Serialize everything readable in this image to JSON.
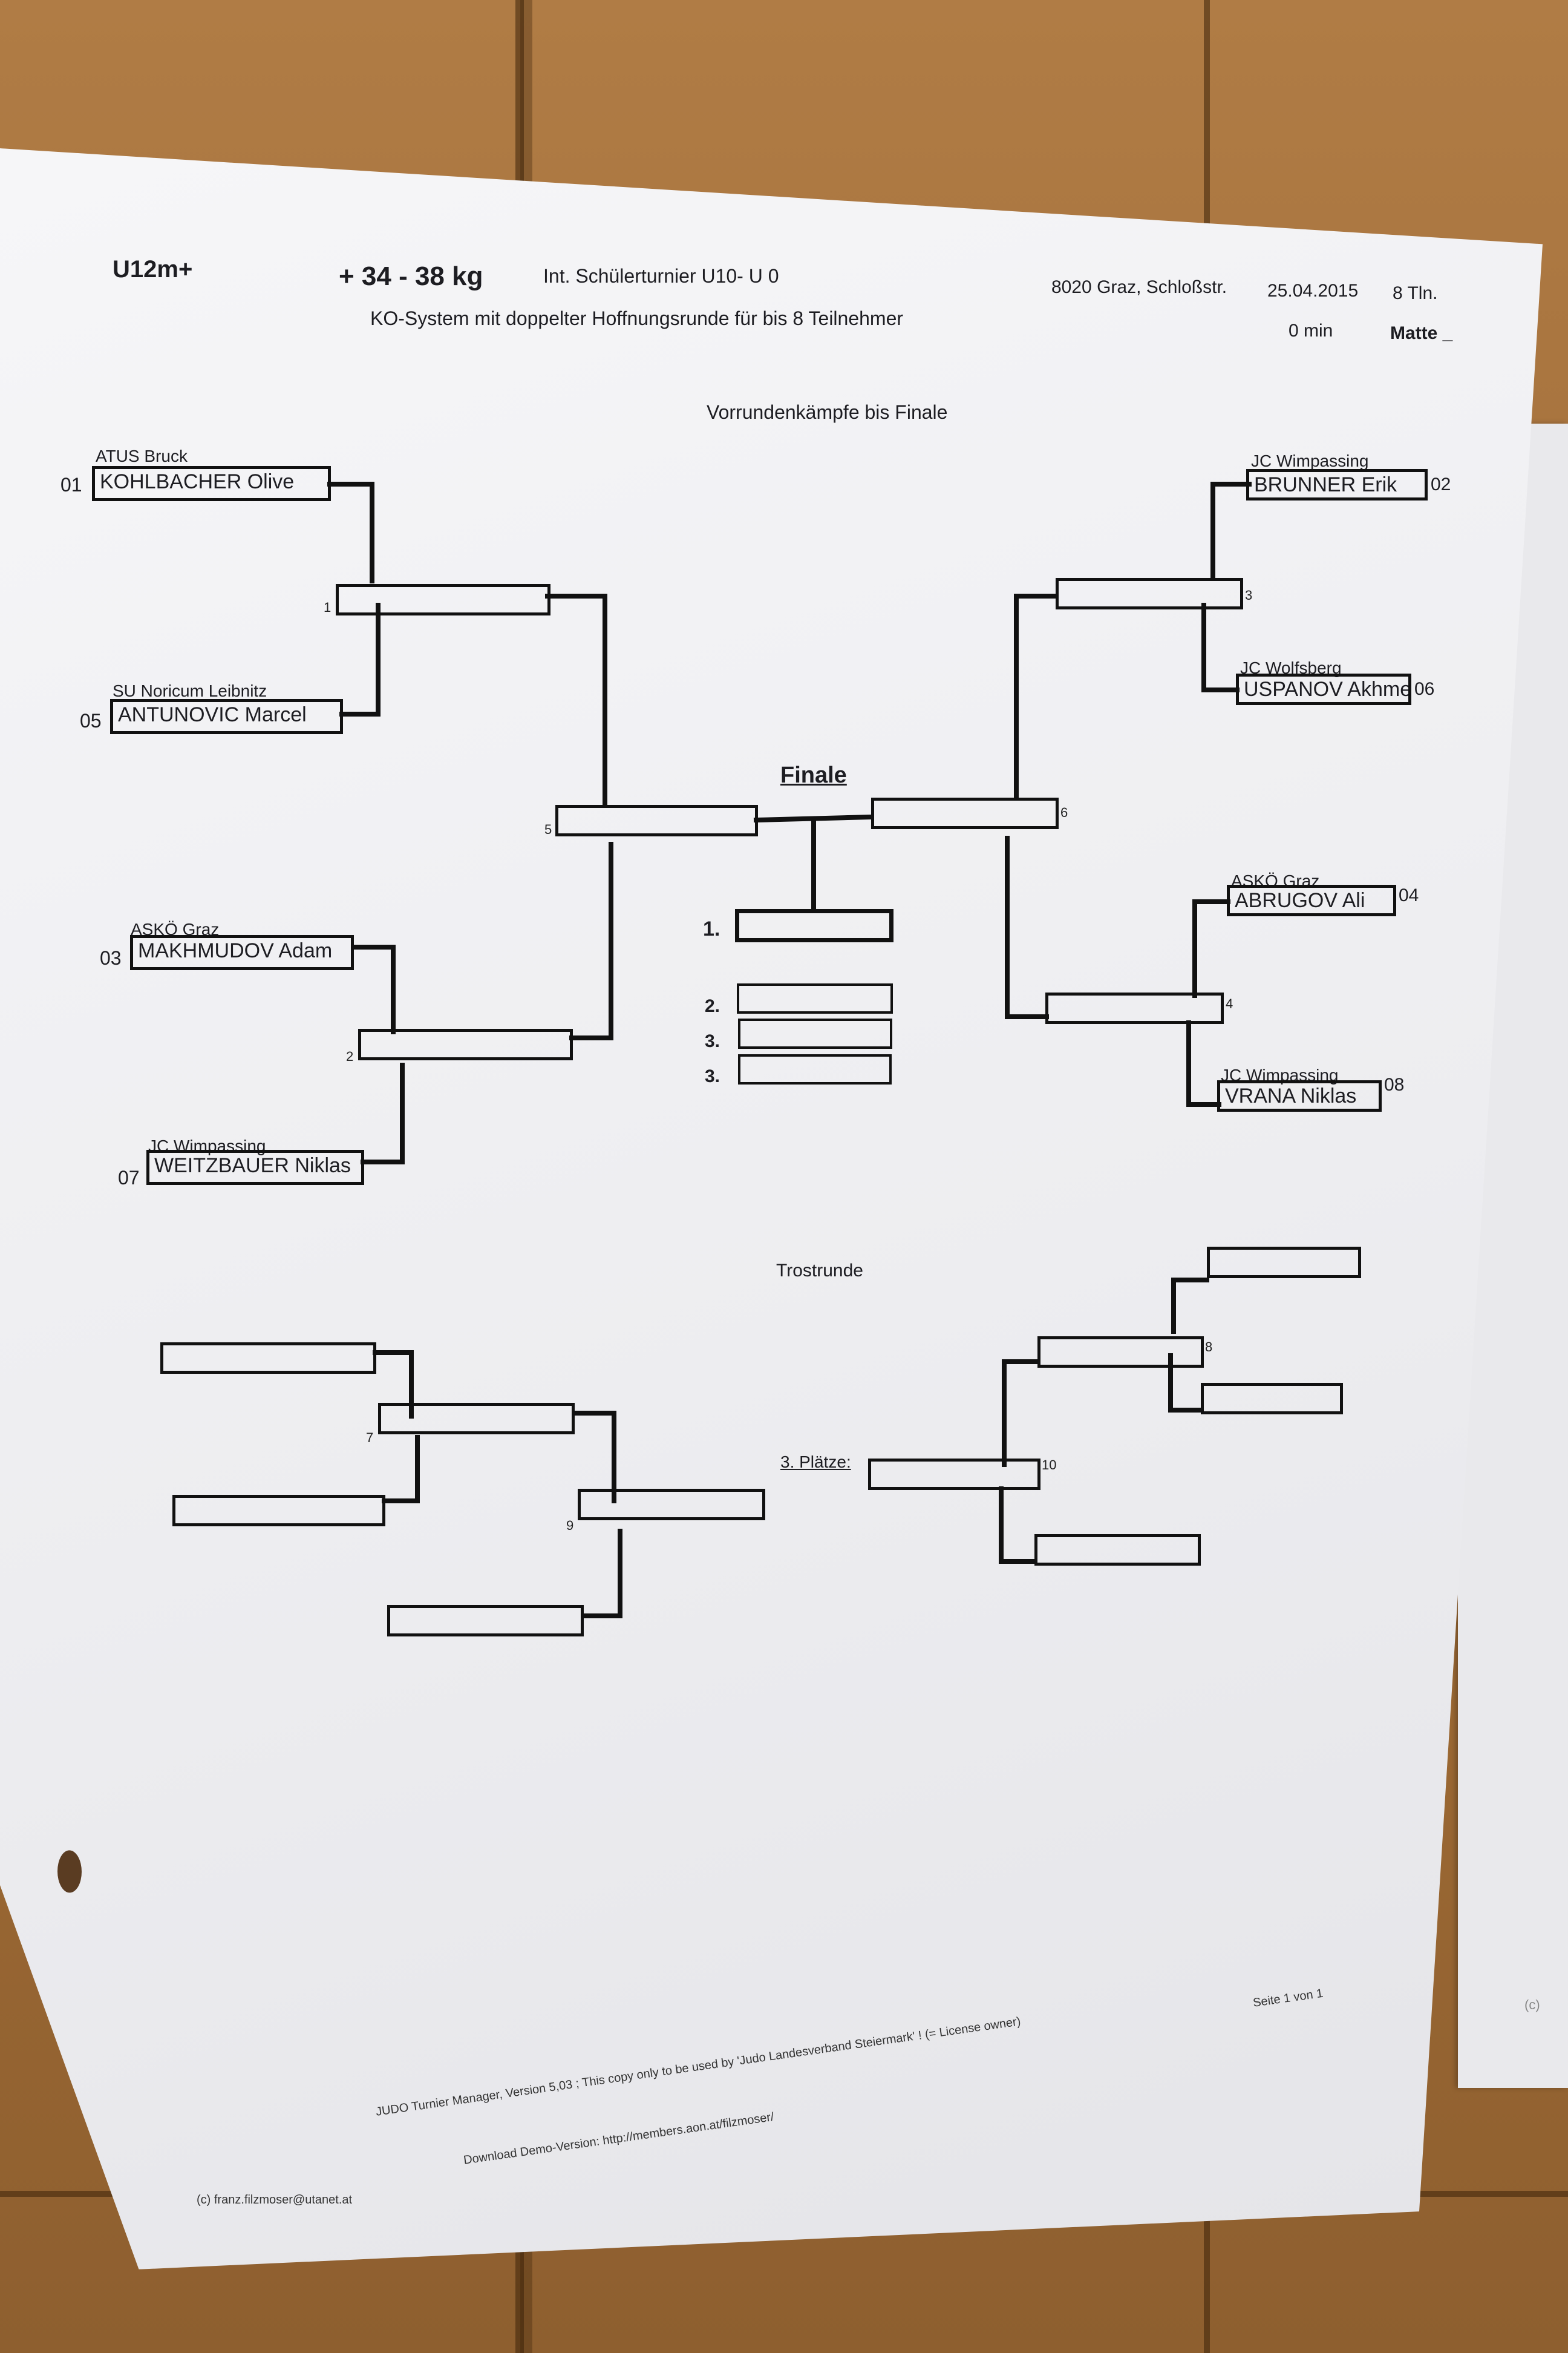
{
  "header": {
    "category": "U12m+",
    "weight": "+ 34 - 38 kg",
    "tournament": "Int. Schülerturnier U10- U 0",
    "system": "KO-System mit doppelter Hoffnungsrunde für bis 8 Teilnehmer",
    "location": "8020 Graz, Schloßstr.",
    "date": "25.04.2015",
    "participants": "8 Tln.",
    "duration": "0 min",
    "mat": "Matte _"
  },
  "sections": {
    "preliminary": "Vorrundenkämpfe bis Finale",
    "final": "Finale",
    "repechage": "Trostrunde",
    "third_places": "3. Plätze:"
  },
  "left_bracket": [
    {
      "seed": "01",
      "club": "ATUS Bruck",
      "name": "KOHLBACHER Olive"
    },
    {
      "seed": "05",
      "club": "SU Noricum Leibnitz",
      "name": "ANTUNOVIC Marcel"
    },
    {
      "seed": "03",
      "club": "ASKÖ Graz",
      "name": "MAKHMUDOV Adam"
    },
    {
      "seed": "07",
      "club": "JC Wimpassing",
      "name": "WEITZBAUER Niklas"
    }
  ],
  "right_bracket": [
    {
      "seed": "02",
      "club": "JC Wimpassing",
      "name": "BRUNNER Erik"
    },
    {
      "seed": "06",
      "club": "JC Wolfsberg",
      "name": "USPANOV Akhmed"
    },
    {
      "seed": "04",
      "club": "ASKÖ Graz",
      "name": "ABRUGOV Ali"
    },
    {
      "seed": "08",
      "club": "JC Wimpassing",
      "name": "VRANA Niklas"
    }
  ],
  "bout_numbers": [
    "1",
    "2",
    "3",
    "4",
    "5",
    "6",
    "7",
    "8",
    "9",
    "10"
  ],
  "placings": [
    "1.",
    "2.",
    "3.",
    "3."
  ],
  "footer": {
    "software": "JUDO Turnier Manager, Version 5,03 ;  This copy only to be used by 'Judo Landesverband Steiermark' ! (= License owner)",
    "download": "Download Demo-Version:  http://members.aon.at/filzmoser/",
    "copyright": "(c)   franz.filzmoser@utanet.at",
    "page": "Seite 1 von 1"
  },
  "right_sheet_note": "(c)"
}
